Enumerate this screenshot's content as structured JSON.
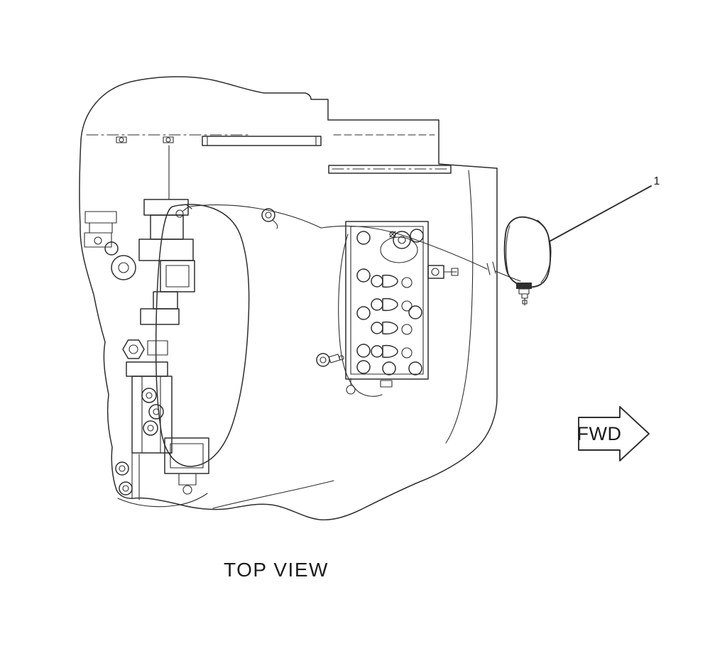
{
  "labels": {
    "view_title": "TOP VIEW",
    "fwd_label": "FWD",
    "part_number": "1"
  },
  "colors": {
    "background": "#ffffff",
    "line": "#2e2e2e",
    "text": "#1c1c1c"
  },
  "parts": [
    {
      "callout": "1"
    }
  ]
}
